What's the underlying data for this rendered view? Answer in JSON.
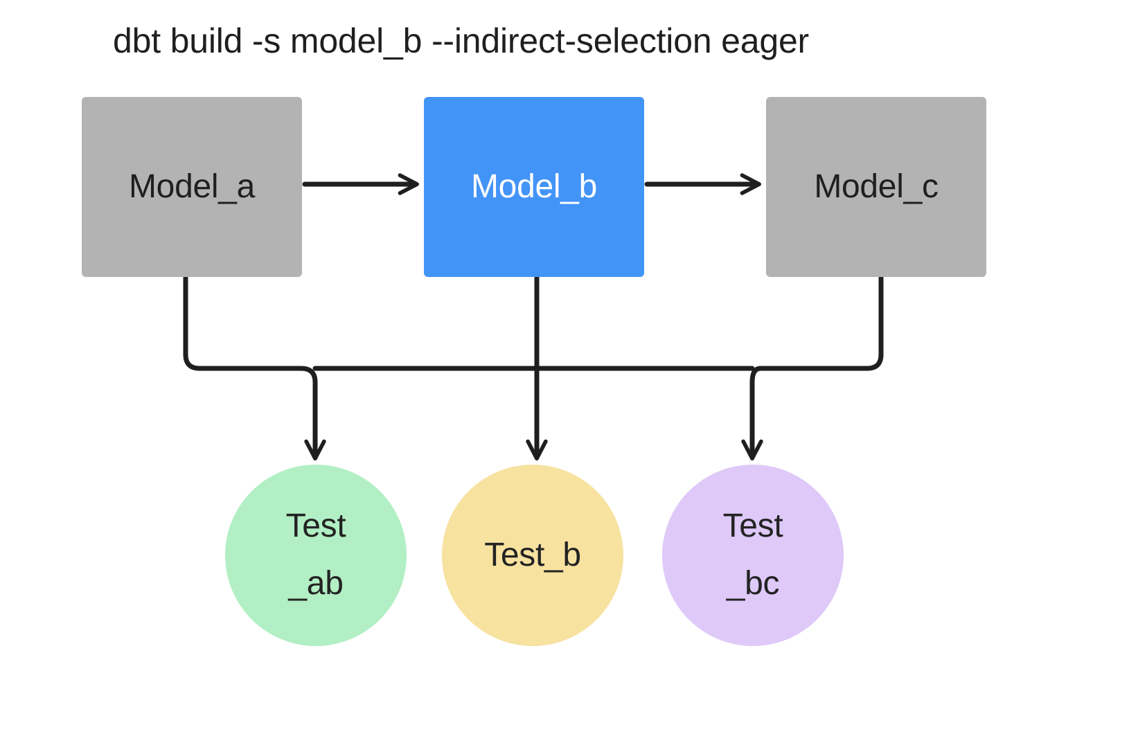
{
  "title": "dbt build -s model_b --indirect-selection eager",
  "colors": {
    "background": "#ffffff",
    "model_default": "#b3b3b3",
    "model_selected": "#4394f7",
    "test_ab": "#b2efc4",
    "test_b": "#f7e2a0",
    "test_bc": "#dec9f8",
    "edge": "#1f1f1f",
    "text_dark": "#1f1f1f",
    "text_light": "#ffffff"
  },
  "models": [
    {
      "id": "model_a",
      "label": "Model_a",
      "state": "unselected"
    },
    {
      "id": "model_b",
      "label": "Model_b",
      "state": "selected"
    },
    {
      "id": "model_c",
      "label": "Model_c",
      "state": "unselected"
    }
  ],
  "tests": [
    {
      "id": "test_ab",
      "line1": "Test",
      "line2": "_ab",
      "color": "green"
    },
    {
      "id": "test_b",
      "line1": "Test_b",
      "line2": "",
      "color": "yellow"
    },
    {
      "id": "test_bc",
      "line1": "Test",
      "line2": "_bc",
      "color": "purple"
    }
  ],
  "edges": [
    {
      "from": "model_a",
      "to": "model_b",
      "kind": "arrow"
    },
    {
      "from": "model_b",
      "to": "model_c",
      "kind": "arrow"
    },
    {
      "from": "model_a",
      "to": "test_ab",
      "kind": "arrow"
    },
    {
      "from": "model_b",
      "to": "test_ab",
      "kind": "arrow"
    },
    {
      "from": "model_b",
      "to": "test_b",
      "kind": "arrow"
    },
    {
      "from": "model_b",
      "to": "test_bc",
      "kind": "arrow"
    },
    {
      "from": "model_c",
      "to": "test_bc",
      "kind": "arrow"
    }
  ]
}
